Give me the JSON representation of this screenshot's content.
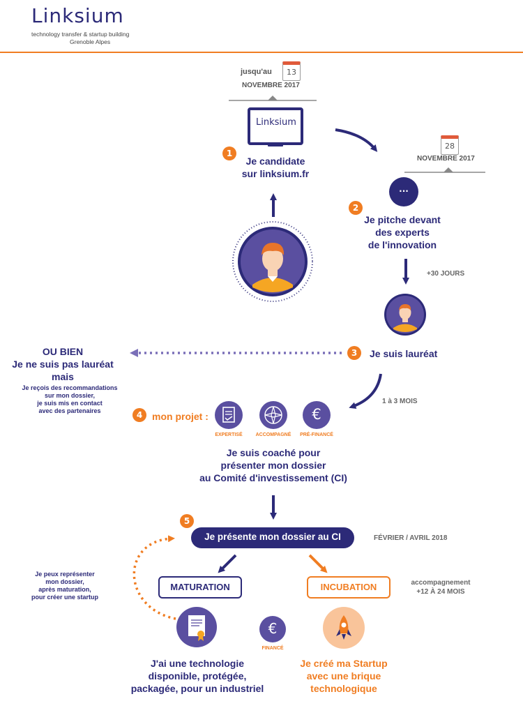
{
  "header": {
    "logo_text": "Linksium",
    "subtitle1": "technology transfer & startup building",
    "subtitle2": "Grenoble Alpes"
  },
  "step1": {
    "number": "1",
    "date_prefix": "jusqu'au",
    "date_day": "13",
    "date_month": "NOVEMBRE 2017",
    "screen_logo": "Linksium",
    "text_line1": "Je candidate",
    "text_line2": "sur linksium.fr"
  },
  "step2": {
    "number": "2",
    "date_day": "28",
    "date_month": "NOVEMBRE 2017",
    "bubble": "...",
    "text_line1": "Je pitche devant",
    "text_line2": "des experts",
    "text_line3": "de l'innovation",
    "delay": "+30 JOURS"
  },
  "step3": {
    "number": "3",
    "text": "Je suis lauréat",
    "alt_title1": "OU BIEN",
    "alt_title2": "Je ne suis pas lauréat",
    "alt_title3": "mais",
    "alt_detail1": "Je reçois des recommandations",
    "alt_detail2": "sur mon dossier,",
    "alt_detail3": "je suis mis en contact",
    "alt_detail4": "avec des partenaires",
    "delay": "1 à 3 MOIS"
  },
  "step4": {
    "number": "4",
    "label": "mon projet :",
    "badges": [
      "EXPERTISÉ",
      "ACCOMPAGNÉ",
      "PRÉ-FINANCÉ"
    ],
    "text_line1": "Je suis coaché pour",
    "text_line2": "présenter mon dossier",
    "text_line3": "au Comité d'investissement (CI)"
  },
  "step5": {
    "number": "5",
    "banner": "Je présente mon dossier au CI",
    "date": "FÉVRIER / AVRIL 2018",
    "maturation": "MATURATION",
    "incubation": "INCUBATION",
    "incubation_note1": "accompagnement",
    "incubation_note2": "+12 À 24 MOIS",
    "loop_note1": "Je peux représenter",
    "loop_note2": "mon dossier,",
    "loop_note3": "après maturation,",
    "loop_note4": "pour créer une startup",
    "financed": "FINANCÉ",
    "mat_text1": "J'ai une technologie",
    "mat_text2": "disponible, protégée,",
    "mat_text3": "packagée, pour un industriel",
    "inc_text1": "Je créé ma Startup",
    "inc_text2": "avec une brique",
    "inc_text3": "technologique"
  },
  "colors": {
    "navy": "#2c2a78",
    "orange": "#f07d22",
    "purple": "#5a4fa0",
    "grey": "#666666"
  }
}
